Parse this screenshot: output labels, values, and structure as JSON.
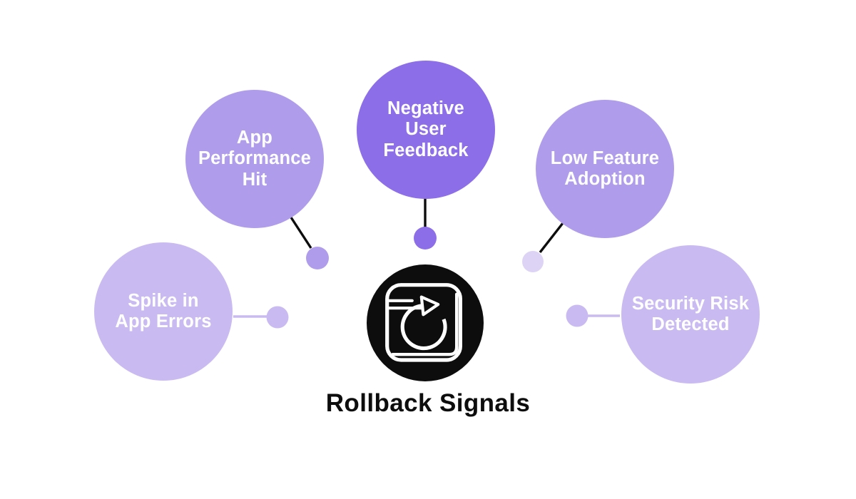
{
  "title": "Rollback Signals",
  "palette": {
    "strong_purple": "#8c6ee8",
    "medium_purple": "#af9deb",
    "light_purple": "#c9bbf1",
    "pale_lavender": "#ddd3f5",
    "ink_black": "#0d0d0d",
    "text_white": "#ffffff",
    "background": "#ffffff"
  },
  "hub": {
    "icon": "rollback-refresh-icon"
  },
  "bubbles": [
    {
      "id": "spike-in-app-errors",
      "label": "Spike in\nApp Errors",
      "fill": "#c9bbf1",
      "dot_color": "#c9bbf1",
      "connector_color": "#c9bbf1"
    },
    {
      "id": "app-performance-hit",
      "label": "App\nPerformance\nHit",
      "fill": "#af9deb",
      "dot_color": "#af9deb",
      "connector_color": "#0d0d0d"
    },
    {
      "id": "negative-user-feedback",
      "label": "Negative\nUser\nFeedback",
      "fill": "#8c6ee8",
      "dot_color": "#8c6ee8",
      "connector_color": "#0d0d0d"
    },
    {
      "id": "low-feature-adoption",
      "label": "Low Feature\nAdoption",
      "fill": "#af9deb",
      "dot_color": "#ddd3f5",
      "connector_color": "#0d0d0d"
    },
    {
      "id": "security-risk-detected",
      "label": "Security Risk\nDetected",
      "fill": "#c9bbf1",
      "dot_color": "#c9bbf1",
      "connector_color": "#c9bbf1"
    }
  ]
}
